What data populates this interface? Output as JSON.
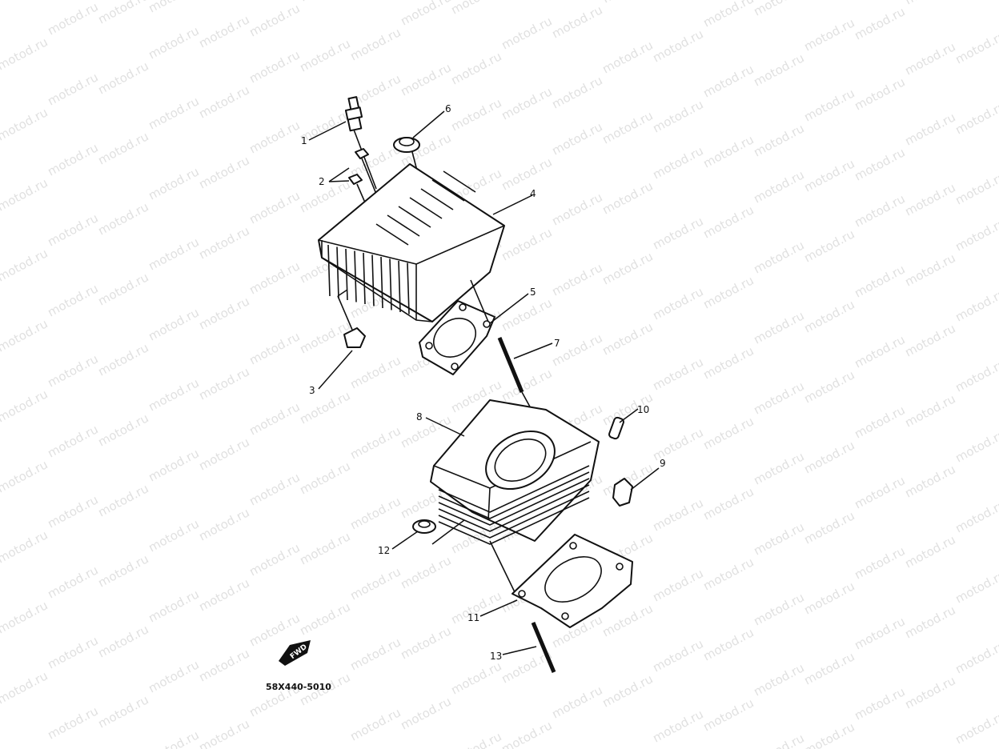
{
  "watermark": {
    "text": "motod.ru"
  },
  "diagram": {
    "part_code": "58X440-5010",
    "fwd_label": "FWD",
    "callouts": [
      "1",
      "2",
      "3",
      "4",
      "5",
      "6",
      "7",
      "8",
      "9",
      "10",
      "11",
      "12",
      "13"
    ]
  }
}
